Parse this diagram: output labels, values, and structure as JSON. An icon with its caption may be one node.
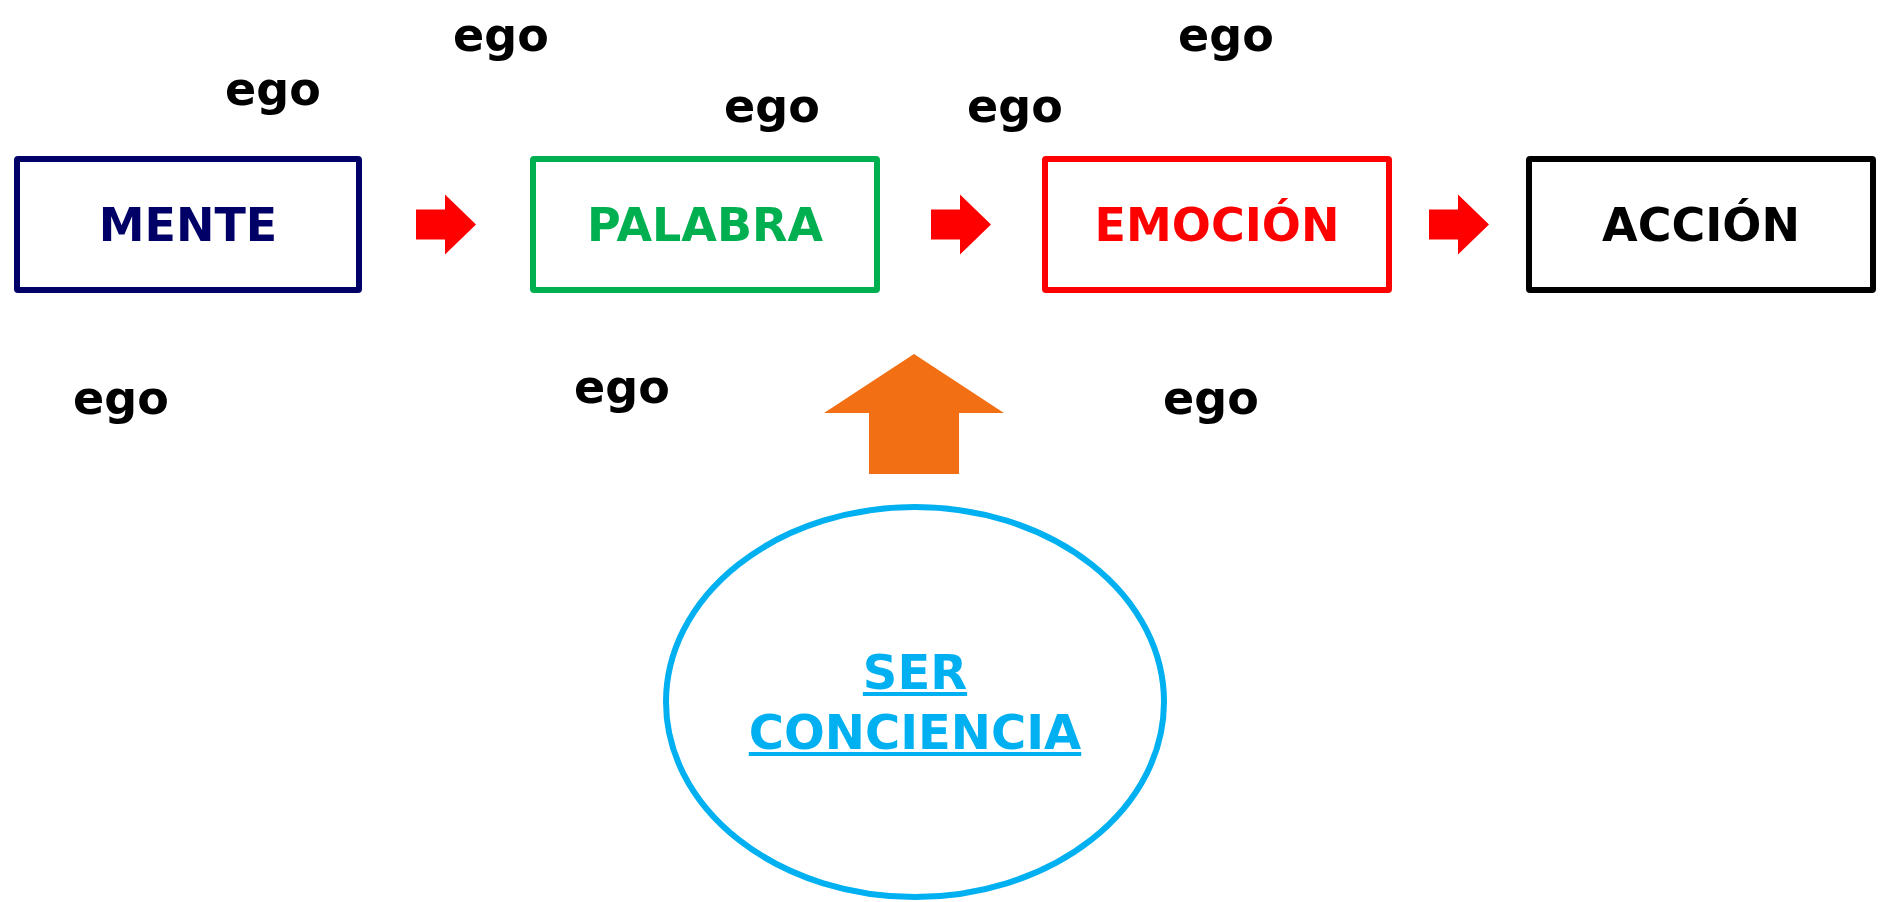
{
  "diagram": {
    "nodes": [
      {
        "text": [
          "MENTE"
        ]
      },
      {
        "text": [
          "PALABRA"
        ]
      },
      {
        "text": [
          "EMOCIÓN"
        ]
      },
      {
        "text": [
          "ACCIÓN"
        ]
      },
      {
        "text": [
          "SER CONCIENCIA"
        ]
      }
    ],
    "edges": [
      {
        "from": 0,
        "to": 1,
        "arrow": "to"
      },
      {
        "from": 1,
        "to": 2,
        "arrow": "to"
      },
      {
        "from": 2,
        "to": 3,
        "arrow": "to"
      },
      {
        "from": 4,
        "to": null,
        "arrow": "to",
        "color": "#f36f13"
      }
    ],
    "labels": [
      "ego",
      "ego",
      "ego",
      "ego",
      "ego",
      "ego",
      "ego",
      "ego"
    ]
  }
}
